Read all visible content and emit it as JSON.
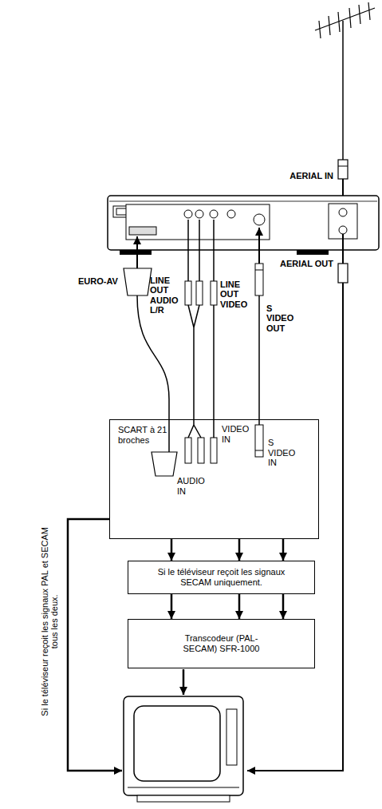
{
  "diagram": {
    "nodes": [
      {
        "text": [
          "SCART à 21 broches",
          "AUDIO IN",
          "VIDEO IN",
          "S VIDEO IN"
        ]
      },
      {
        "text": [
          "Si le téléviseur reçoit les signaux SECAM uniquement."
        ]
      },
      {
        "text": [
          "Transcodeur (PAL-SECAM) SFR-1000"
        ]
      }
    ],
    "edges": [
      {
        "from": 0,
        "to": 1,
        "arrow": "to"
      },
      {
        "from": 0,
        "to": 1,
        "arrow": "to"
      },
      {
        "from": 0,
        "to": 1,
        "arrow": "to"
      },
      {
        "from": 1,
        "to": 2,
        "arrow": "to"
      },
      {
        "from": 1,
        "to": 2,
        "arrow": "to"
      },
      {
        "from": 1,
        "to": 2,
        "arrow": "to"
      }
    ],
    "labels": [
      "AERIAL IN",
      "EURO-AV",
      "LINE OUT AUDIO L/R",
      "LINE OUT VIDEO",
      "S VIDEO OUT",
      "AERIAL OUT",
      "Si le téléviseur reçoit les signaux PAL et SECAM tous les deux."
    ]
  }
}
